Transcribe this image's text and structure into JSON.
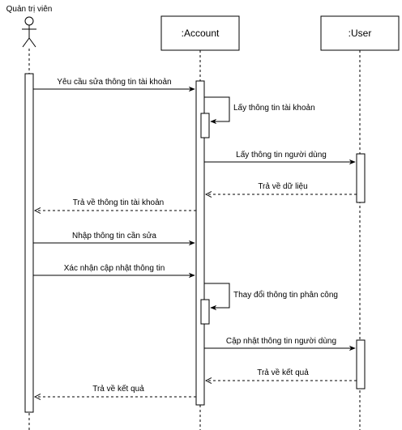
{
  "actor": {
    "name": "Quản trị viên"
  },
  "participants": [
    {
      "id": "account",
      "name": ":Account"
    },
    {
      "id": "user",
      "name": ":User"
    }
  ],
  "messages": [
    {
      "label": "Yêu cầu sửa thông tin tài khoản",
      "from": "actor",
      "to": "account",
      "kind": "sync"
    },
    {
      "label": "Lấy thông tin tài khoản",
      "from": "account",
      "to": "account",
      "kind": "self"
    },
    {
      "label": "Lấy thông tin người dùng",
      "from": "account",
      "to": "user",
      "kind": "sync"
    },
    {
      "label": "Trả về dữ liệu",
      "from": "user",
      "to": "account",
      "kind": "return"
    },
    {
      "label": "Trả về thông tin tài khoản",
      "from": "account",
      "to": "actor",
      "kind": "return"
    },
    {
      "label": "Nhập thông tin cần sửa",
      "from": "actor",
      "to": "account",
      "kind": "sync"
    },
    {
      "label": "Xác nhận cập nhật thông tin",
      "from": "actor",
      "to": "account",
      "kind": "sync"
    },
    {
      "label": "Thay đổi thông tin phân công",
      "from": "account",
      "to": "account",
      "kind": "self"
    },
    {
      "label": "Cập nhật thông tin người dùng",
      "from": "account",
      "to": "user",
      "kind": "sync"
    },
    {
      "label": "Trả về kết quả",
      "from": "user",
      "to": "account",
      "kind": "return"
    },
    {
      "label": "Trả về kết quả",
      "from": "account",
      "to": "actor",
      "kind": "return"
    }
  ]
}
